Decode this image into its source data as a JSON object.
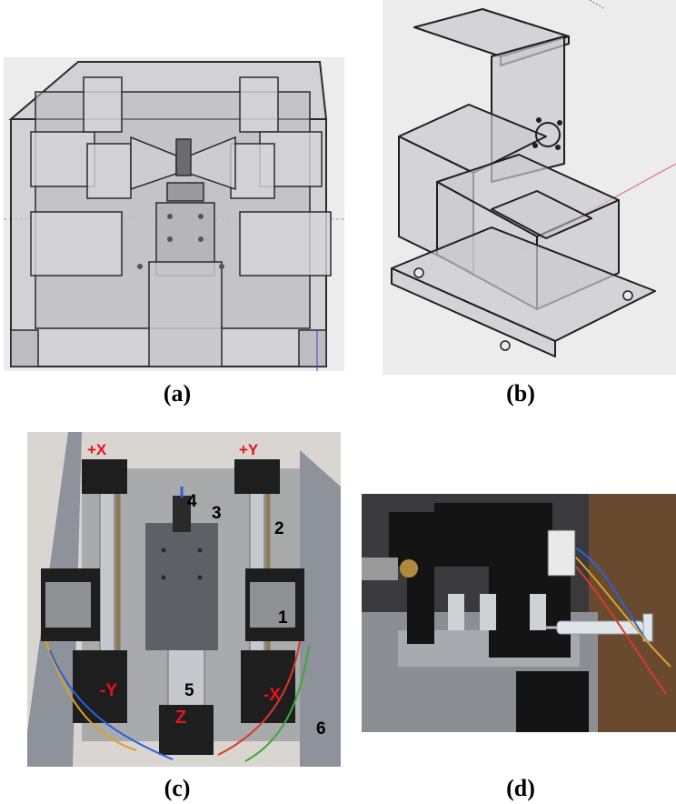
{
  "panels": {
    "a": {
      "caption": "(a)"
    },
    "b": {
      "caption": "(b)"
    },
    "c": {
      "caption": "(c)",
      "axis_labels": {
        "plus_x": "+X",
        "plus_y": "+Y",
        "minus_y": "-Y",
        "minus_x": "-X",
        "z": "Z"
      },
      "callouts": [
        "1",
        "2",
        "3",
        "4",
        "5",
        "6"
      ]
    },
    "d": {
      "caption": "(d)"
    }
  },
  "colors": {
    "cad_background": "#e9e9e9",
    "cad_edge": "#2b2b2b",
    "cad_glass": "#c9c9cc",
    "photo_frame": "#7d8088",
    "motor": "#202020",
    "label_red": "#e8121b",
    "syringe": "#dfe6ea"
  },
  "icons": [
    "step-motor-icon",
    "lead-screw-icon",
    "syringe-icon"
  ]
}
